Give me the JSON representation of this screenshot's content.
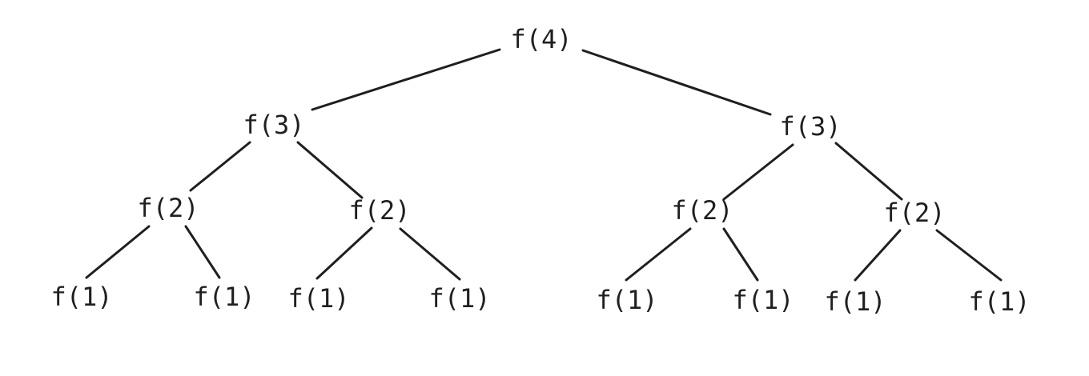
{
  "tree": {
    "nodes": [
      {
        "id": "n0",
        "label": "f(4)"
      },
      {
        "id": "n1",
        "label": "f(3)"
      },
      {
        "id": "n2",
        "label": "f(3)"
      },
      {
        "id": "n3",
        "label": "f(2)"
      },
      {
        "id": "n4",
        "label": "f(2)"
      },
      {
        "id": "n5",
        "label": "f(2)"
      },
      {
        "id": "n6",
        "label": "f(2)"
      },
      {
        "id": "n7",
        "label": "f(1)"
      },
      {
        "id": "n8",
        "label": "f(1)"
      },
      {
        "id": "n9",
        "label": "f(1)"
      },
      {
        "id": "n10",
        "label": "f(1)"
      },
      {
        "id": "n11",
        "label": "f(1)"
      },
      {
        "id": "n12",
        "label": "f(1)"
      },
      {
        "id": "n13",
        "label": "f(1)"
      },
      {
        "id": "n14",
        "label": "f(1)"
      }
    ],
    "edges": [
      [
        "n0",
        "n1"
      ],
      [
        "n0",
        "n2"
      ],
      [
        "n1",
        "n3"
      ],
      [
        "n1",
        "n4"
      ],
      [
        "n2",
        "n5"
      ],
      [
        "n2",
        "n6"
      ],
      [
        "n3",
        "n7"
      ],
      [
        "n3",
        "n8"
      ],
      [
        "n4",
        "n9"
      ],
      [
        "n4",
        "n10"
      ],
      [
        "n5",
        "n11"
      ],
      [
        "n5",
        "n12"
      ],
      [
        "n6",
        "n13"
      ],
      [
        "n6",
        "n14"
      ]
    ]
  }
}
